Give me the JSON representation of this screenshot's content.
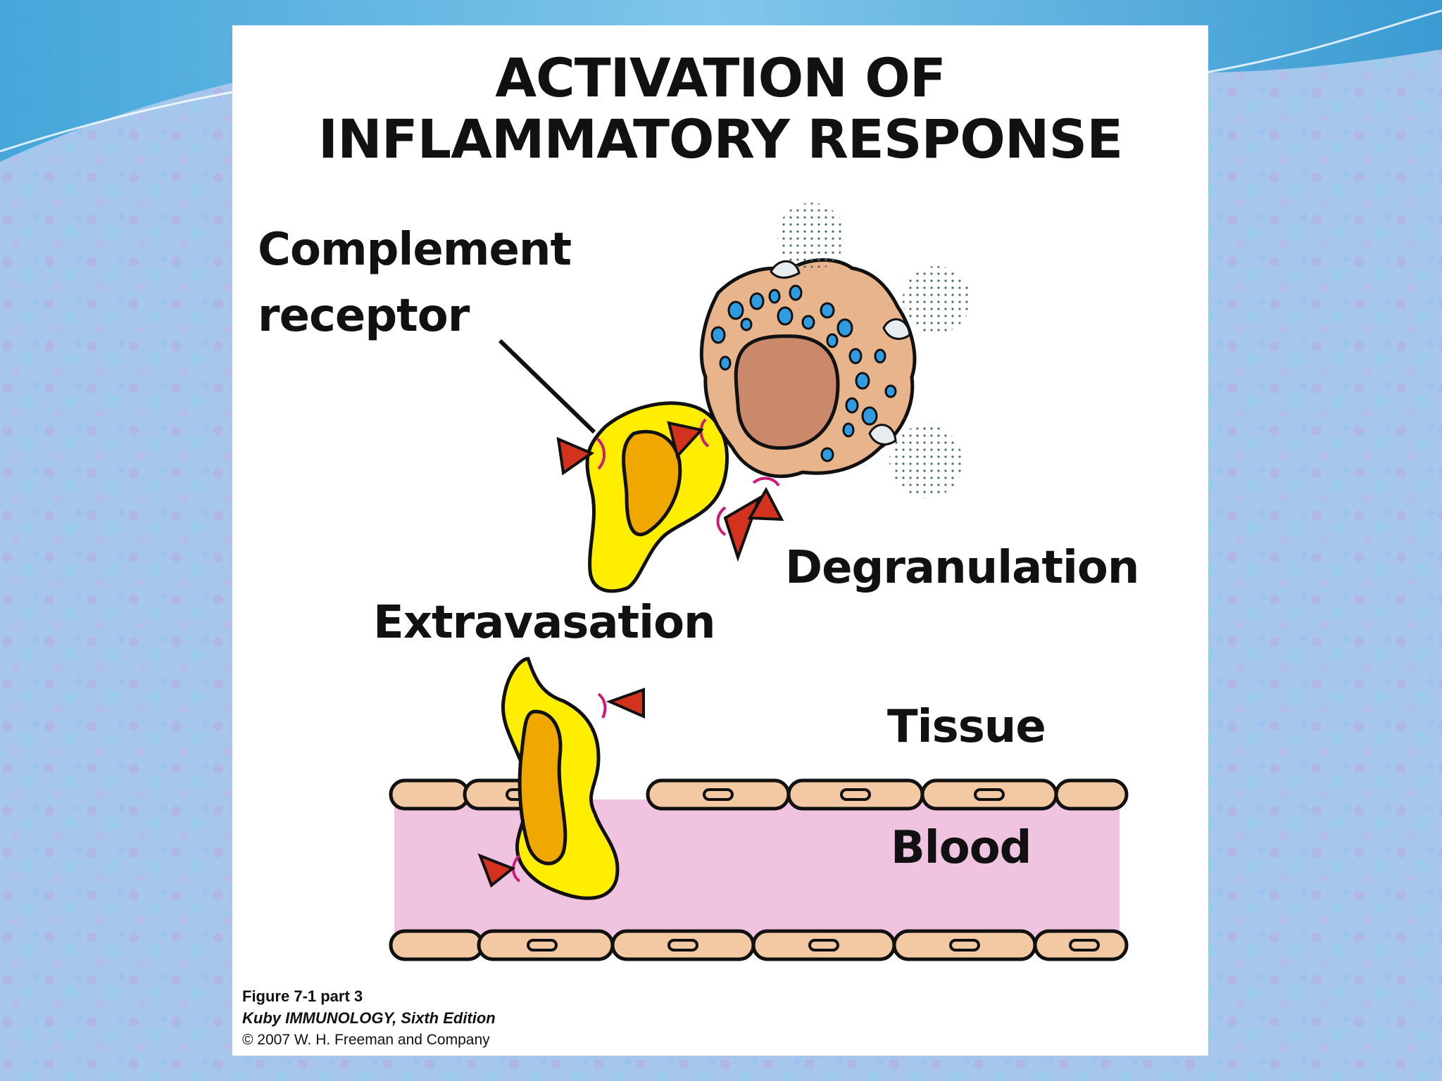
{
  "figure": {
    "title_line_1": "ACTIVATION OF",
    "title_line_2": "INFLAMMATORY RESPONSE",
    "labels": {
      "complement_receptor_line_1": "Complement",
      "complement_receptor_line_2": "receptor",
      "extravasation": "Extravasation",
      "degranulation": "Degranulation",
      "tissue": "Tissue",
      "blood": "Blood"
    },
    "caption": {
      "figure_number": "Figure 7-1 part 3",
      "book": "Kuby IMMUNOLOGY, Sixth Edition",
      "copyright": "© 2007 W. H. Freeman and Company"
    }
  },
  "colors": {
    "slide_background": "#9fc3ea",
    "leukocyte_fill": "#ffee00",
    "leukocyte_nucleus": "#f0a800",
    "mast_cell_fill": "#e8b48c",
    "mast_cell_nucleus": "#c9896a",
    "granule": "#2f9be0",
    "complement_triangle": "#d2321e",
    "receptor": "#cc1a7a",
    "endothelial_cell": "#f2c9a2",
    "blood": "#f0c4e0"
  }
}
